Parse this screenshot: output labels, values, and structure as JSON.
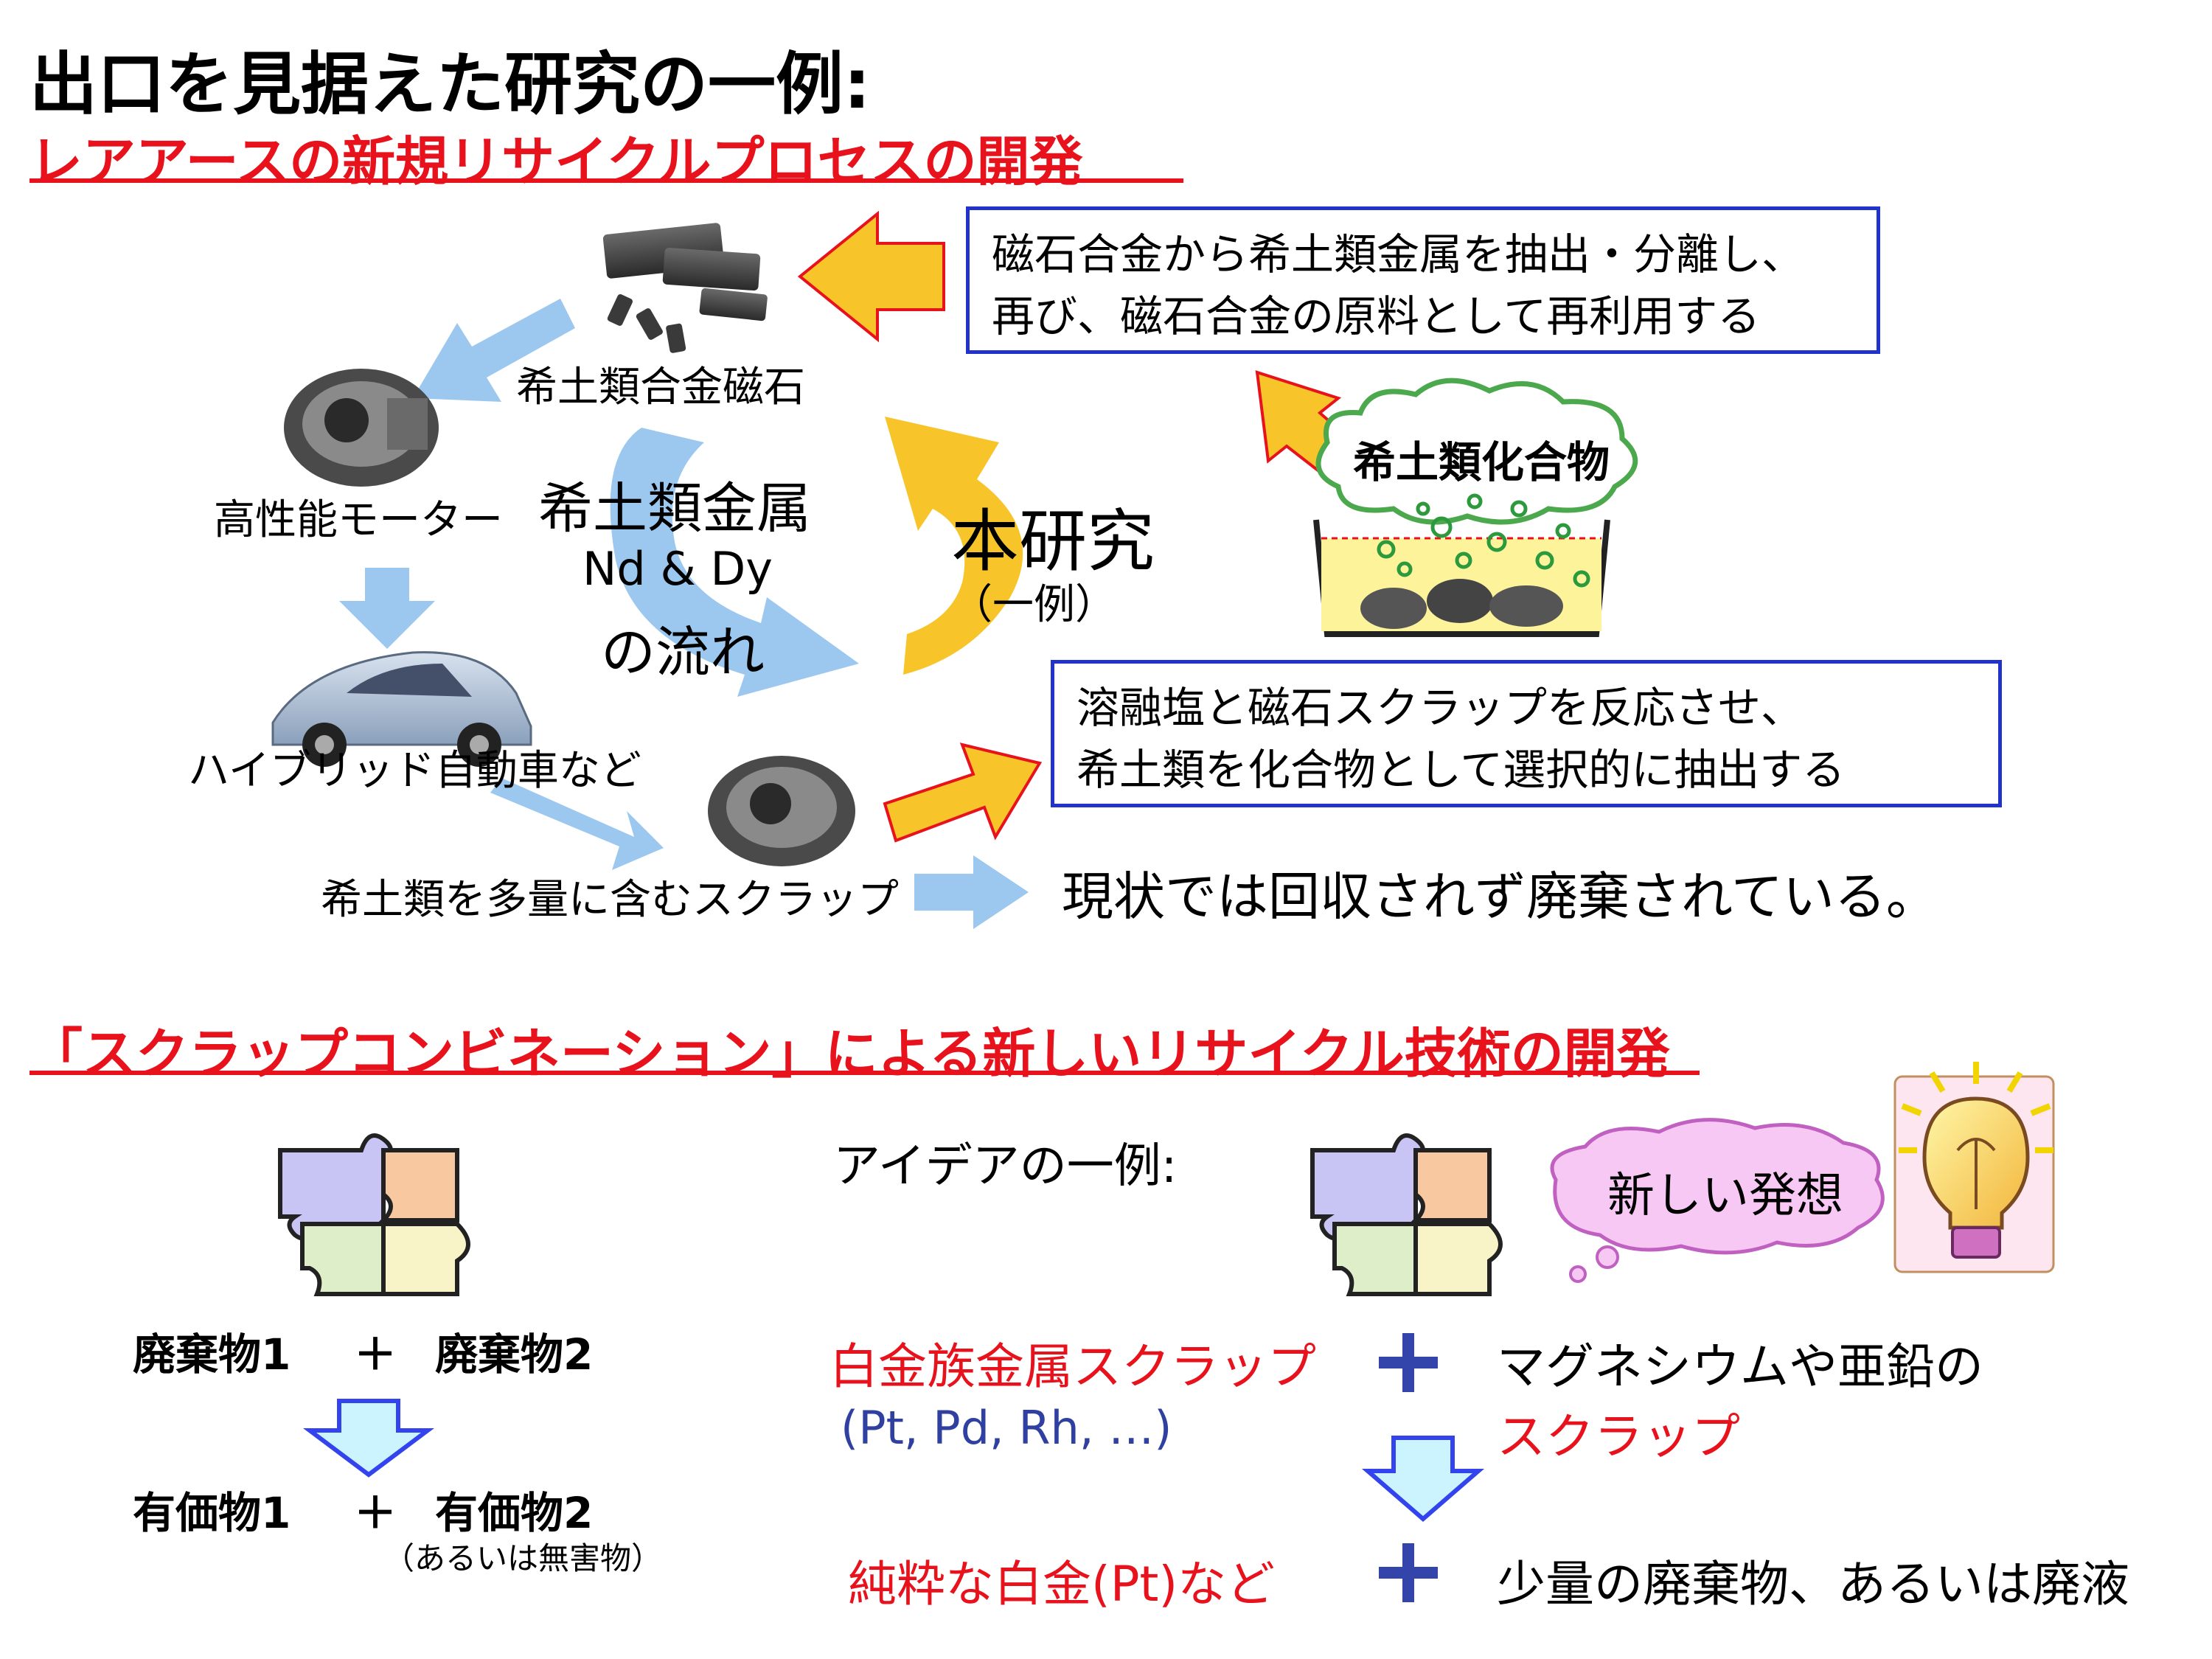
{
  "title": "出口を見据えた研究の一例:",
  "section1": {
    "heading": "レアアースの新規リサイクルプロセスの開発",
    "box_top": [
      "磁石合金から希土類金属を抽出・分離し、",
      "再び、磁石合金の原料として再利用する"
    ],
    "box_bottom": [
      "溶融塩と磁石スクラップを反応させ、",
      "希土類を化合物として選択的に抽出する"
    ],
    "magnet_label": "希土類合金磁石",
    "motor_label": "高性能モーター",
    "car_label": "ハイブリッド自動車など",
    "scrap_label": "希土類を多量に含むスクラップ",
    "flow_label": [
      "希土類金属",
      "Nd & Dy",
      "の流れ"
    ],
    "research_label": "本研究",
    "research_sub": "（一例）",
    "compound_label": "希土類化合物",
    "status_text": "現状では回収されず廃棄されている。"
  },
  "section2": {
    "heading": "「スクラップコンビネーション」による新しいリサイクル技術の開発",
    "left_eq_top": [
      "廃棄物1",
      "＋",
      "廃棄物2"
    ],
    "left_eq_bottom": [
      "有価物1",
      "＋",
      "有価物2"
    ],
    "left_note": "（あるいは無害物）",
    "idea_label": "アイデアの一例:",
    "new_idea": "新しい発想",
    "pgm_scrap": "白金族金属スクラップ",
    "pgm_list": "(Pt, Pd, Rh, …)",
    "plus": "＋",
    "mg_line1": "マグネシウムや亜鉛の",
    "mg_line2": "スクラップ",
    "pure_pt": "純粋な白金(Pt)など",
    "waste_result": "少量の廃棄物、あるいは廃液"
  },
  "colors": {
    "accent_red": "#e8121d",
    "box_blue": "#2233cc",
    "flow_blue": "#9cc8f0",
    "flow_yellow": "#f7c52a",
    "plus_blue": "#3344aa"
  }
}
